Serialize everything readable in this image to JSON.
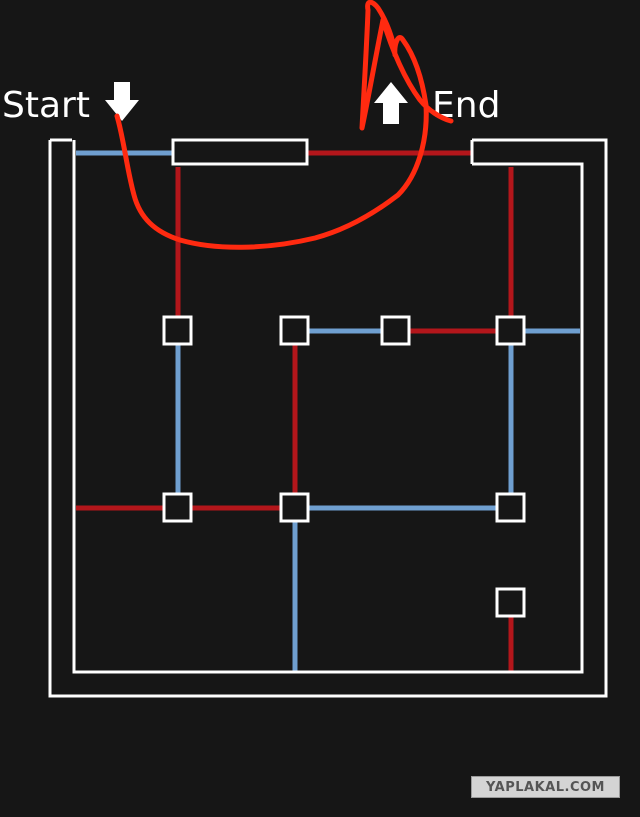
{
  "labels": {
    "start": "Start",
    "end": "End"
  },
  "watermark": "YAPLAKAL.COM",
  "colors": {
    "background": "#161616",
    "wall": "#ffffff",
    "red_line": "#b3161b",
    "blue_line": "#6f9fd0",
    "scribble": "#ff2a10"
  },
  "icons": {
    "start": "arrow-down-icon",
    "end": "arrow-up-icon"
  }
}
